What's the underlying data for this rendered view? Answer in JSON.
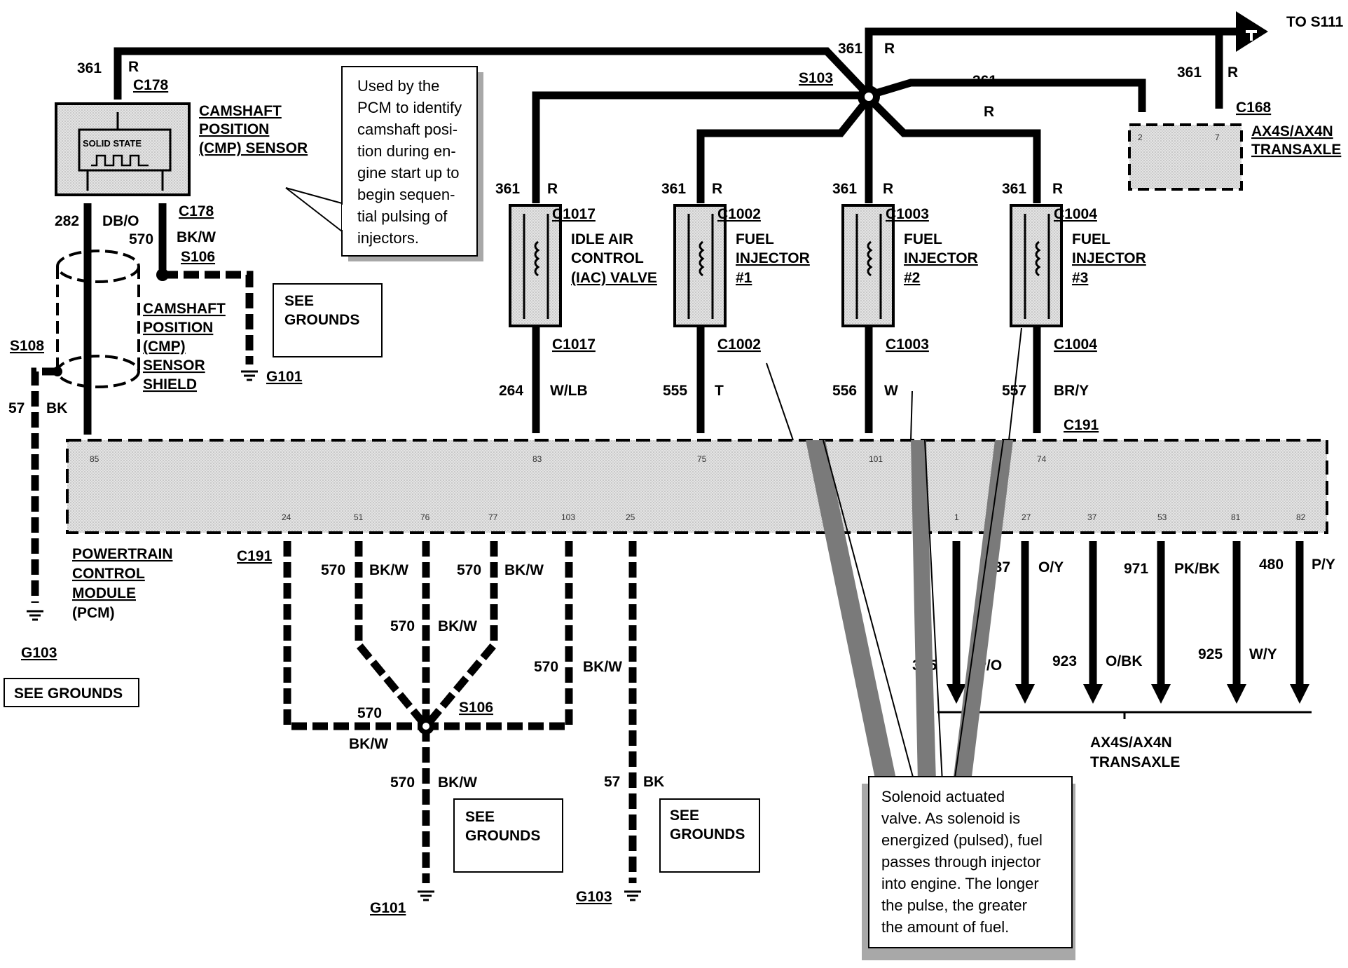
{
  "wires": {
    "top_main": {
      "circuit": "361",
      "color": "R"
    },
    "cmp_out": {
      "circuit": "282",
      "color": "DB/O"
    },
    "cmp_ground": {
      "circuit": "570",
      "color": "BK/W"
    },
    "shield_ground": {
      "circuit": "57",
      "color": "BK"
    },
    "iac": {
      "circuit": "264",
      "color": "W/LB"
    },
    "inj1": {
      "circuit": "555",
      "color": "T"
    },
    "inj2": {
      "circuit": "556",
      "color": "W"
    },
    "inj3": {
      "circuit": "557",
      "color": "BR/Y"
    },
    "feed": {
      "circuit": "361",
      "color": "R"
    },
    "gnd570": {
      "circuit": "570",
      "color": "BK/W"
    },
    "gnd57": {
      "circuit": "57",
      "color": "BK"
    },
    "trans": [
      {
        "circuit": "315",
        "color": "P/O"
      },
      {
        "circuit": "237",
        "color": "O/Y"
      },
      {
        "circuit": "923",
        "color": "O/BK"
      },
      {
        "circuit": "971",
        "color": "PK/BK"
      },
      {
        "circuit": "925",
        "color": "W/Y"
      },
      {
        "circuit": "480",
        "color": "P/Y"
      }
    ]
  },
  "connectors": {
    "c178": "C178",
    "c168": "C168",
    "c191": "C191",
    "c1017": "C1017",
    "c1002": "C1002",
    "c1003": "C1003",
    "c1004": "C1004"
  },
  "splices": {
    "s103": "S103",
    "s106": "S106",
    "s108": "S108"
  },
  "grounds": {
    "g101": "G101",
    "g103": "G103"
  },
  "destination": "TO S111",
  "components": {
    "cmp_sensor": [
      "CAMSHAFT",
      "POSITION",
      "(CMP) SENSOR"
    ],
    "solid_state": "SOLID STATE",
    "cmp_shield": [
      "CAMSHAFT",
      "POSITION",
      "(CMP)",
      "SENSOR",
      "SHIELD"
    ],
    "iac": [
      "IDLE AIR",
      "CONTROL",
      "(IAC) VALVE"
    ],
    "inj1": [
      "FUEL",
      "INJECTOR",
      "#1"
    ],
    "inj2": [
      "FUEL",
      "INJECTOR",
      "#2"
    ],
    "inj3": [
      "FUEL",
      "INJECTOR",
      "#3"
    ],
    "transaxle_top": [
      "AX4S/AX4N",
      "TRANSAXLE"
    ],
    "transaxle_bottom": [
      "AX4S/AX4N",
      "TRANSAXLE"
    ],
    "pcm": [
      "POWERTRAIN",
      "CONTROL",
      "MODULE",
      "(PCM)"
    ]
  },
  "pins": {
    "pcm_top": [
      "85",
      "83",
      "75",
      "101",
      "74"
    ],
    "pcm_bottom": [
      "24",
      "51",
      "76",
      "77",
      "103",
      "25",
      "1",
      "27",
      "37",
      "53",
      "81",
      "82"
    ],
    "c168": [
      "2",
      "7"
    ]
  },
  "see_grounds": "SEE GROUNDS",
  "see_grounds_two": [
    "SEE",
    "GROUNDS"
  ],
  "callouts": {
    "cmp": [
      "Used by the",
      "PCM to identify",
      "camshaft posi-",
      "tion during en-",
      "gine start up to",
      "begin sequen-",
      "tial pulsing of",
      "injectors."
    ],
    "injector": [
      "Solenoid actuated",
      "valve. As solenoid is",
      "energized (pulsed), fuel",
      "passes through injector",
      "into engine. The longer",
      "the pulse, the greater",
      "the amount of fuel."
    ]
  }
}
